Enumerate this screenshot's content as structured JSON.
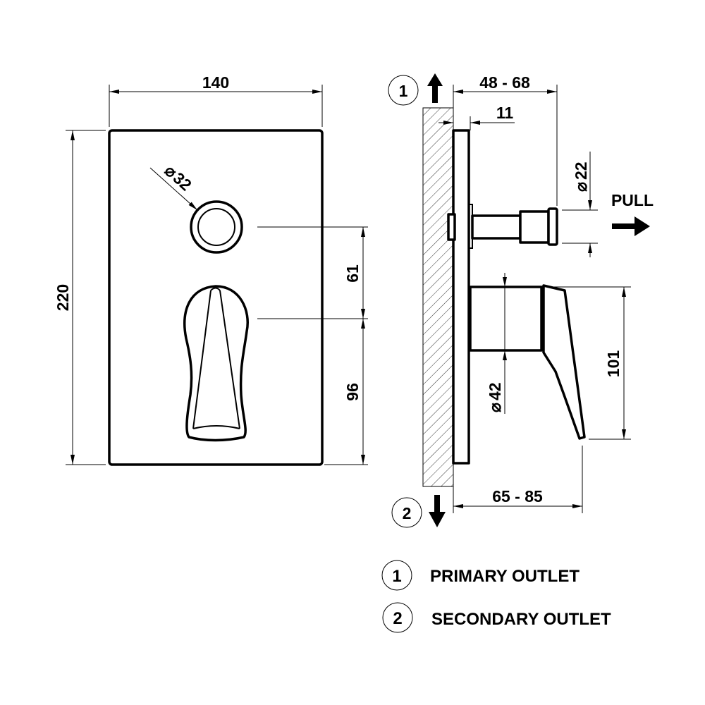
{
  "front_view": {
    "width_dim": "140",
    "height_dim": "220",
    "button_diameter_symbol": "⌀",
    "button_diameter": "32",
    "dim_button_to_handle": "61",
    "dim_handle_to_bottom": "96"
  },
  "side_view": {
    "projection_dim": "48 - 68",
    "plate_thickness_dim": "11",
    "pull_diameter_symbol": "⌀",
    "pull_diameter": "22",
    "pull_label": "PULL",
    "body_diameter_symbol": "⌀",
    "body_diameter": "42",
    "handle_height_dim": "101",
    "handle_projection_dim": "65 - 85",
    "outlet_top_marker": "1",
    "outlet_bottom_marker": "2"
  },
  "legend": [
    {
      "marker": "1",
      "label": "PRIMARY OUTLET"
    },
    {
      "marker": "2",
      "label": "SECONDARY OUTLET"
    }
  ]
}
